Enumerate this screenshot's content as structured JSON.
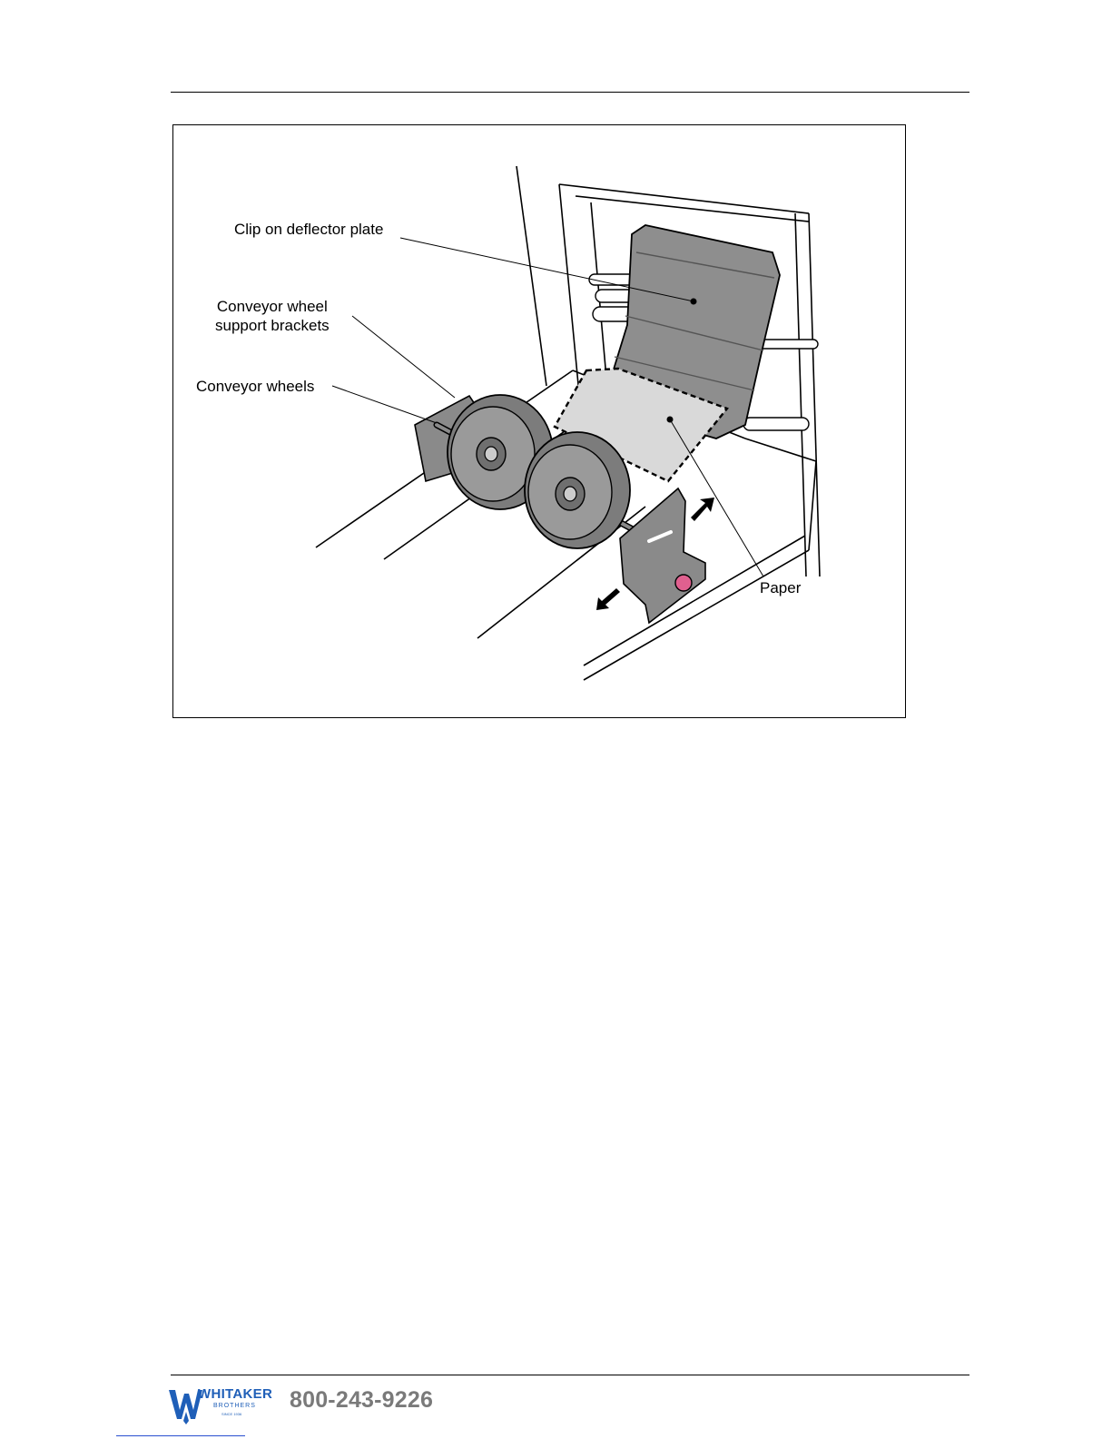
{
  "figure": {
    "labels": {
      "deflector": "Clip on deflector plate",
      "brackets_line1": "Conveyor wheel",
      "brackets_line2": "support brackets",
      "wheels": "Conveyor wheels",
      "paper": "Paper"
    },
    "colors": {
      "plate": "#8e8e8e",
      "wheel": "#8a8a8a",
      "paper": "#d9d9d9",
      "knob": "#e0608f"
    }
  },
  "footer": {
    "brand": "WHITAKER",
    "brand_sub": "BROTHERS",
    "brand_since": "SINCE 1936",
    "phone": "800-243-9226",
    "colors": {
      "brand_blue": "#1f5fb8",
      "phone_gray": "#7a7a7a"
    }
  }
}
